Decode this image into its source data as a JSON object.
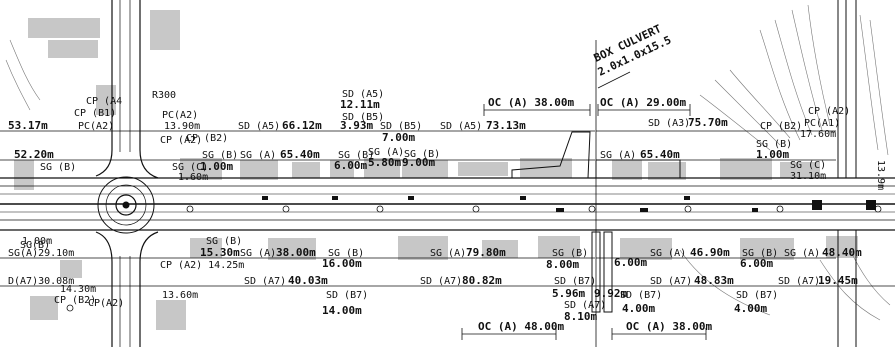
{
  "drawing": {
    "culvert_label_1": "BOX CULVERT",
    "culvert_label_2": "2.0x1.0x15.5",
    "top_left_value": "53.17m",
    "top_left_value_2": "52.20m",
    "left_low_1": "SG(A)29.10m",
    "left_low_2": "D(A7)30.08m",
    "cp_a4": "CP (A4",
    "cp_b1": "CP (B1)",
    "pc_a2": "PC(A2)",
    "pc_a2_b": "PC(A2)",
    "cp_a2_left": "CP (A2)",
    "cp_b2_left": "CP (B2)",
    "sg_b_left": "SG (B)",
    "sg_c_left": "SG (C)",
    "sd_a5_top": "SD (A5)",
    "sd_a5_top_val": "12.11m",
    "sd_b5_top": "SD (B5)",
    "sd_a5_row": "SD (A5)",
    "sd_a5_row_val": "66.12m",
    "sd_b5_val": "3.93m",
    "sd_b5_row": "SD (B5)",
    "sd_b5_row_val": "7.00m",
    "sd_a5_row2": "SD (A5)",
    "sd_a5_row2_val": "73.13m",
    "oc_top_1": "OC (A) 38.00m",
    "oc_top_2": "OC (A) 29.00m",
    "sd_a3": "SD (A3)",
    "sd_a3_val": "75.70m",
    "cp_b2_right": "CP (B2)",
    "pc_a1": "PC(A1)",
    "pc_a1_val": "17.60m",
    "cp_a2_right": "CP (A2)",
    "sg_b_1": "SG (B)",
    "sg_a_1": "SG (A)",
    "sg_a_1_val": "65.40m",
    "sg_b_2": "SG (B)",
    "sg_a_2": "SG (A)",
    "sg_b_3": "SG (B)",
    "sg_b_2_val": "6.00m",
    "sg_a_2_val": "5.80m",
    "sg_b_3_val": "9.00m",
    "sg_b_1_val": "1.00m",
    "sg_a_mid": "SG (A)",
    "sg_a_mid_val": "65.40m",
    "sg_b_right": "SG (B)",
    "sg_b_right_val": "1.00m",
    "sg_c_right": "SG (C)",
    "sg_c_right_val": "31.10m",
    "sg_b_low": "SG (B)",
    "sg_b_low_val": "16.00m",
    "sg_a_low_1": "SG (A)",
    "sg_a_low_1_val": "38.00m",
    "sg_a_low_1_prefix": "15.30m",
    "sg_a_low_2": "SG (A)",
    "sg_a_low_2_val": "79.80m",
    "sg_b_low_2": "SG (B)",
    "sg_b_low_2_val": "8.00m",
    "sg_b_low_3_val": "6.00m",
    "sg_a_low_3": "SG (A)",
    "sg_a_low_3_val": "46.90m",
    "sg_b_low_4": "SG (B)",
    "sg_b_low_4_val": "6.00m",
    "sg_a_low_4": "SG (A)",
    "sg_a_low_4_val": "48.40m",
    "sd_a7_1": "SD (A7)",
    "sd_a7_1_val": "40.03m",
    "sd_b7_1": "SD (B7)",
    "sd_b7_1_val": "14.00m",
    "sd_a7_2": "SD (A7)",
    "sd_a7_2_val": "80.82m",
    "sd_b7_2": "SD (B7)",
    "sd_b7_2_val": "5.96m",
    "sd_a7_3": "SD (A7)",
    "sd_a7_3_val": "8.10m",
    "sd_a7_4_val": "9.92m",
    "sd_b7_3": "SD (B7)",
    "sd_b7_3_val": "4.00m",
    "sd_a7_5": "SD (A7)",
    "sd_a7_5_val": "48.83m",
    "sd_b7_4": "SD (B7)",
    "sd_b7_4_val": "4.00m",
    "sd_a7_6": "SD (A7)",
    "sd_a7_6_val": "19.45m",
    "oc_bot_1": "OC (A) 48.00m",
    "oc_bot_2": "OC (A) 38.00m",
    "cp_a2_low": "CP (A2) 14.25m",
    "cp_a2_low_2": "CP(A2)",
    "cp_a2_low_2_val": "13.60m",
    "cp_b2_low": "CP (B2)",
    "left_bottom_val": "14.30m",
    "left_bottom_2": "1.00m",
    "sg_b_left_low": "SG(B)",
    "sg_b_left_low_val": "1.00m",
    "sg_c_left_val": "1.60m",
    "pc_a2_val": "13.90m",
    "r300": "R300",
    "right_edge_val": "13.9m"
  }
}
